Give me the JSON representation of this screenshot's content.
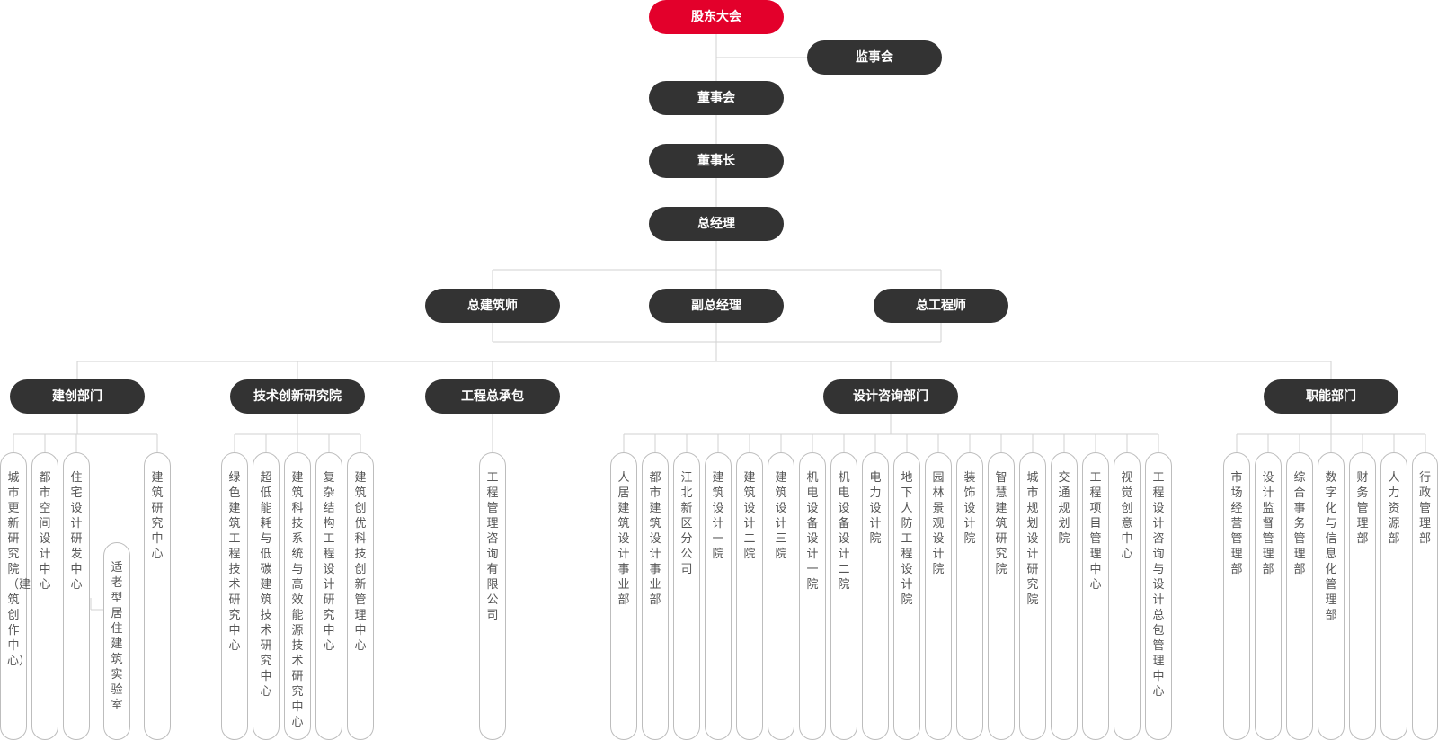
{
  "colors": {
    "accent": "#e3002b",
    "node": "#333333",
    "line": "#d2d2d2"
  },
  "top": {
    "shareholders": "股东大会",
    "supervisors": "监事会",
    "board": "董事会",
    "chairman": "董事长",
    "gm": "总经理",
    "chief_architect": "总建筑师",
    "deputy_gm": "副总经理",
    "chief_engineer": "总工程师"
  },
  "departments": [
    {
      "name": "建创部门",
      "units": [
        "城市更新研究院（建筑创作中心）",
        "都市空间设计中心",
        "住宅设计研发中心",
        "适老型居住建筑实验室",
        "建筑研究中心"
      ]
    },
    {
      "name": "技术创新研究院",
      "units": [
        "绿色建筑工程技术研究中心",
        "超低能耗与低碳建筑技术研究中心",
        "建筑科技系统与高效能源技术研究中心",
        "复杂结构工程设计研究中心",
        "建筑创优科技创新管理中心"
      ]
    },
    {
      "name": "工程总承包",
      "units": [
        "工程管理咨询有限公司"
      ]
    },
    {
      "name": "设计咨询部门",
      "units": [
        "人居建筑设计事业部",
        "都市建筑设计事业部",
        "江北新区分公司",
        "建筑设计一院",
        "建筑设计二院",
        "建筑设计三院",
        "机电设备设计一院",
        "机电设备设计二院",
        "电力设计院",
        "地下人防工程设计院",
        "园林景观设计院",
        "装饰设计院",
        "智慧建筑研究院",
        "城市规划设计研究院",
        "交通规划院",
        "工程项目管理中心",
        "视觉创意中心",
        "工程设计咨询与设计总包管理中心"
      ]
    },
    {
      "name": "职能部门",
      "units": [
        "市场经营管理部",
        "设计监督管理部",
        "综合事务管理部",
        "数字化与信息化管理部",
        "财务管理部",
        "人力资源部",
        "行政管理部"
      ]
    }
  ]
}
